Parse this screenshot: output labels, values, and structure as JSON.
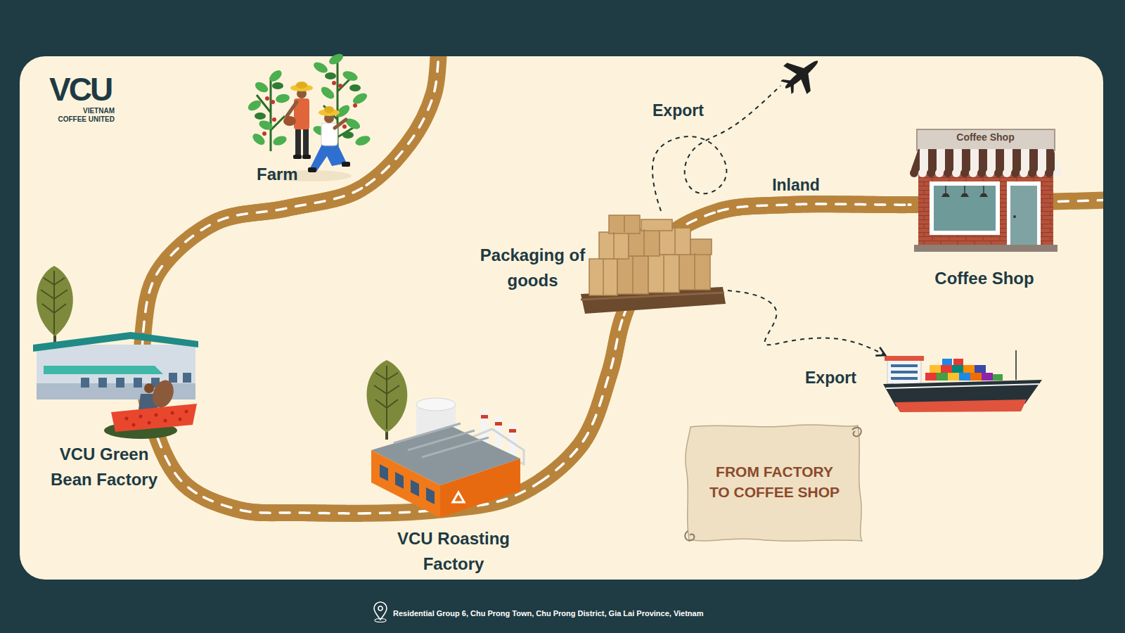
{
  "diagram": {
    "nodes": [
      {
        "text": [
          "Farm"
        ]
      },
      {
        "text": [
          "VCU Green Bean Factory"
        ]
      },
      {
        "text": [
          "VCU Roasting Factory"
        ]
      },
      {
        "text": [
          "Packaging of goods"
        ]
      },
      {
        "text": [
          "Export"
        ]
      },
      {
        "text": [
          "Coffee Shop",
          "Coffee Shop"
        ]
      },
      {
        "text": [
          "Export"
        ]
      },
      {
        "text": [
          "FROM FACTORY TO COFFEE SHOP"
        ]
      }
    ],
    "edges": [
      {
        "from": 0,
        "to": 1,
        "arrow": "none"
      },
      {
        "from": 1,
        "to": 2,
        "arrow": "none"
      },
      {
        "from": 2,
        "to": 3,
        "arrow": "none"
      },
      {
        "from": 3,
        "to": 5,
        "label": "Inland",
        "arrow": "none"
      },
      {
        "from": 3,
        "to": 4,
        "arrow": "none"
      },
      {
        "from": 3,
        "to": 6,
        "arrow": "to"
      }
    ],
    "labels": [
      "VCU",
      "VIETNAM COFFEE UNITED",
      "Residential Group 6, Chu Prong Town, Chu Prong District, Gia Lai Province, Vietnam"
    ]
  }
}
